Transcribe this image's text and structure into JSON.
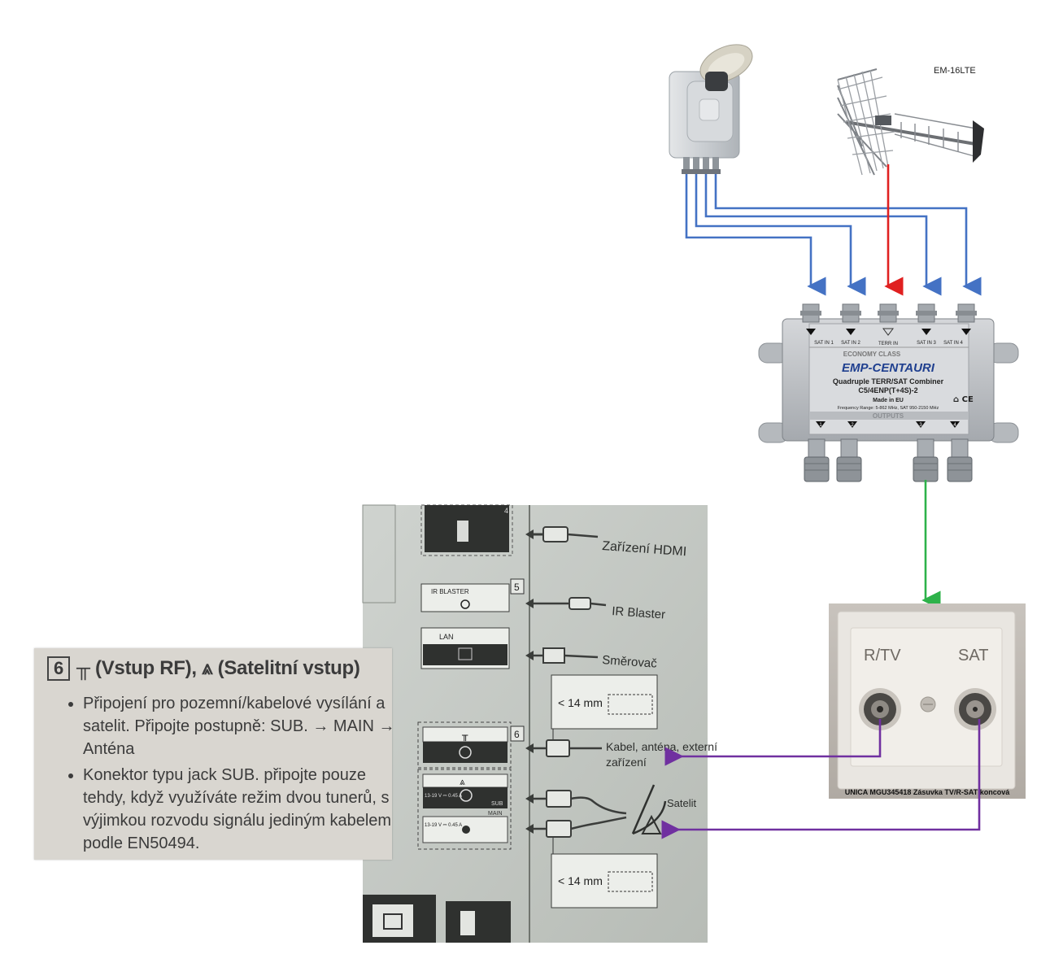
{
  "antenna": {
    "model_label": "EM-16LTE"
  },
  "combiner": {
    "inputs": [
      "SAT IN 1",
      "SAT IN 2",
      "TERR IN",
      "SAT IN 3",
      "SAT IN 4"
    ],
    "class_text": "ECONOMY CLASS",
    "brand": "EMP-CENTAURI",
    "title": "Quadruple TERR/SAT Combiner",
    "model": "C5/4ENP(T+4S)-2",
    "made_in": "Made in EU",
    "frequency": "Frequency Range: 5-862 MHz, SAT 950-2150 MHz",
    "outputs_label": "OUTPUTS",
    "output_numbers": [
      "1",
      "2",
      "3",
      "4"
    ]
  },
  "wall_socket": {
    "left_label": "R/TV",
    "right_label": "SAT",
    "caption": "UNICA MGU345418 Zásuvka TV/R-SAT koncová"
  },
  "tv_panel": {
    "hdmi_label": "Zařízení HDMI",
    "ir_blaster_port": "IR BLASTER",
    "ir_blaster_num": "5",
    "ir_blaster_label": "IR Blaster",
    "lan_port": "LAN",
    "lan_label": "Směrovač",
    "dimension_top": "< 14 mm",
    "rf_num": "6",
    "rf_label_line1": "Kabel, anténa, externí",
    "rf_label_line2": "zařízení",
    "sat_voltage_1": "13-19 V ⎓ 0.45 A",
    "sat_voltage_2": "13-19 V ⎓ 0.45 A",
    "sub_label": "SUB",
    "main_label": "MAIN",
    "satellite_label": "Satelit",
    "dimension_bottom": "< 14 mm",
    "hdmi_port_num": "4"
  },
  "manual_text": {
    "number": "6",
    "heading": "╥ (Vstup RF), ⩓ (Satelitní vstup)",
    "bullet1": "Připojení pro pozemní/kabelové vysílání a satelit. Připojte postupně: SUB. → MAIN → Anténa",
    "bullet2": "Konektor typu jack SUB. připojte pouze tehdy, když využíváte režim dvou tunerů, s výjimkou rozvodu signálu jediným kabelem podle EN50494."
  },
  "colors": {
    "sat_line": "#4472c4",
    "terr_line": "#e02020",
    "output_line": "#2db24a",
    "socket_line": "#7030a0"
  }
}
